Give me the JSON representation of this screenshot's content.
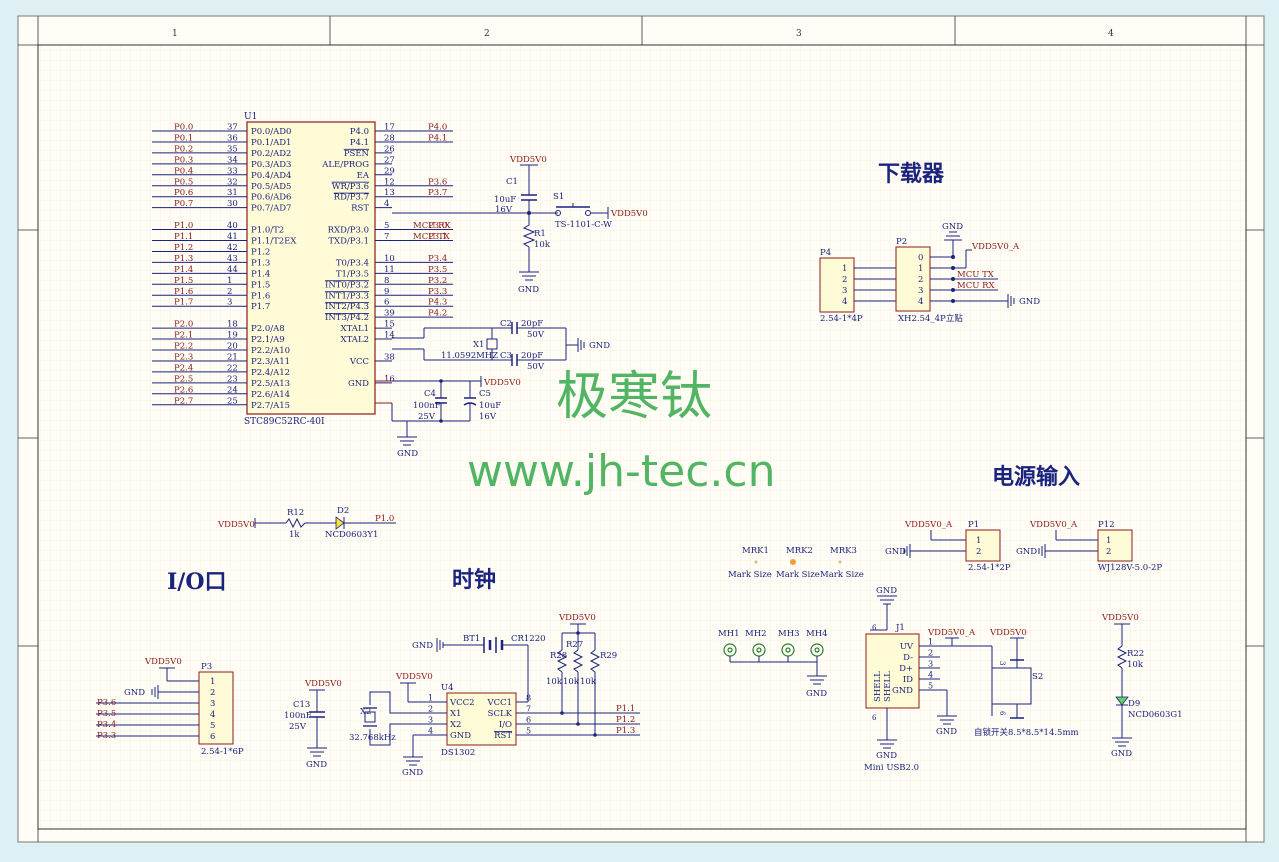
{
  "border": {
    "cols": [
      "1",
      "2",
      "3",
      "4"
    ]
  },
  "sections": {
    "downloader": "下载器",
    "power_input": "电源输入",
    "io_port": "I/O口",
    "clock": "时钟"
  },
  "watermark": {
    "cn": "极寒钛",
    "url": "www.jh-tec.cn"
  },
  "mcu": {
    "ref": "U1",
    "part": "STC89C52RC-40I",
    "left_pins": [
      {
        "net": "P0.0",
        "num": "37",
        "name": "P0.0/AD0"
      },
      {
        "net": "P0.1",
        "num": "36",
        "name": "P0.1/AD1"
      },
      {
        "net": "P0.2",
        "num": "35",
        "name": "P0.2/AD2"
      },
      {
        "net": "P0.3",
        "num": "34",
        "name": "P0.3/AD3"
      },
      {
        "net": "P0.4",
        "num": "33",
        "name": "P0.4/AD4"
      },
      {
        "net": "P0.5",
        "num": "32",
        "name": "P0.5/AD5"
      },
      {
        "net": "P0.6",
        "num": "31",
        "name": "P0.6/AD6"
      },
      {
        "net": "P0.7",
        "num": "30",
        "name": "P0.7/AD7"
      },
      {
        "net": "",
        "num": "",
        "name": ""
      },
      {
        "net": "P1.0",
        "num": "40",
        "name": "P1.0/T2"
      },
      {
        "net": "P1.1",
        "num": "41",
        "name": "P1.1/T2EX"
      },
      {
        "net": "P1.2",
        "num": "42",
        "name": "P1.2"
      },
      {
        "net": "P1.3",
        "num": "43",
        "name": "P1.3"
      },
      {
        "net": "P1.4",
        "num": "44",
        "name": "P1.4"
      },
      {
        "net": "P1.5",
        "num": "1",
        "name": "P1.5"
      },
      {
        "net": "P1.6",
        "num": "2",
        "name": "P1.6"
      },
      {
        "net": "P1.7",
        "num": "3",
        "name": "P1.7"
      },
      {
        "net": "",
        "num": "",
        "name": ""
      },
      {
        "net": "P2.0",
        "num": "18",
        "name": "P2.0/A8"
      },
      {
        "net": "P2.1",
        "num": "19",
        "name": "P2.1/A9"
      },
      {
        "net": "P2.2",
        "num": "20",
        "name": "P2.2/A10"
      },
      {
        "net": "P2.3",
        "num": "21",
        "name": "P2.3/A11"
      },
      {
        "net": "P2.4",
        "num": "22",
        "name": "P2.4/A12"
      },
      {
        "net": "P2.5",
        "num": "23",
        "name": "P2.5/A13"
      },
      {
        "net": "P2.6",
        "num": "24",
        "name": "P2.6/A14"
      },
      {
        "net": "P2.7",
        "num": "25",
        "name": "P2.7/A15"
      }
    ],
    "right_pins": [
      {
        "name": "P4.0",
        "num": "17",
        "net": "P4.0"
      },
      {
        "name": "P4.1",
        "num": "28",
        "net": "P4.1"
      },
      {
        "name": "PSEN",
        "num": "26",
        "net": ""
      },
      {
        "name": "ALE/PROG",
        "num": "27",
        "net": ""
      },
      {
        "name": "EA",
        "num": "29",
        "net": ""
      },
      {
        "name": "WR/P3.6",
        "num": "12",
        "net": "P3.6"
      },
      {
        "name": "RD/P3.7",
        "num": "13",
        "net": "P3.7"
      },
      {
        "name": "RST",
        "num": "4",
        "net": ""
      },
      {
        "name": "",
        "num": "",
        "net": ""
      },
      {
        "name": "RXD/P3.0",
        "num": "5",
        "net": "P3.0"
      },
      {
        "name": "TXD/P3.1",
        "num": "7",
        "net": "P3.1"
      },
      {
        "name": "",
        "num": "",
        "net": ""
      },
      {
        "name": "T0/P3.4",
        "num": "10",
        "net": "P3.4"
      },
      {
        "name": "T1/P3.5",
        "num": "11",
        "net": "P3.5"
      },
      {
        "name": "INT0/P3.2",
        "num": "8",
        "net": "P3.2"
      },
      {
        "name": "INT1/P3.3",
        "num": "9",
        "net": "P3.3"
      },
      {
        "name": "INT2/P4.3",
        "num": "6",
        "net": "P4.3"
      },
      {
        "name": "INT3/P4.2",
        "num": "39",
        "net": "P4.2"
      },
      {
        "name": "XTAL1",
        "num": "15",
        "net": ""
      },
      {
        "name": "XTAL2",
        "num": "14",
        "net": ""
      },
      {
        "name": "",
        "num": "",
        "net": ""
      },
      {
        "name": "VCC",
        "num": "38",
        "net": ""
      },
      {
        "name": "",
        "num": "",
        "net": ""
      },
      {
        "name": "GND",
        "num": "16",
        "net": ""
      }
    ],
    "mcu_rx": "MCU RX",
    "mcu_tx": "MCU TX"
  },
  "reset": {
    "vdd": "VDD5V0",
    "c1": "C1",
    "c1_val": "10uF",
    "c1_v": "16V",
    "s1": "S1",
    "s1_part": "TS-1101-C-W",
    "vdd2": "VDD5V0",
    "r1": "R1",
    "r1_val": "10k",
    "gnd": "GND"
  },
  "crystal": {
    "c2": "C2",
    "c2_val": "20pF",
    "c2_v": "50V",
    "x1": "X1",
    "x1_val": "11.0592MHZ",
    "c3": "C3",
    "c3_val": "20pF",
    "c3_v": "50V",
    "gnd": "GND"
  },
  "decoupling": {
    "vdd": "VDD5V0",
    "c4": "C4",
    "c4_val": "100nF",
    "c4_v": "25V",
    "c5": "C5",
    "c5_val": "10uF",
    "c5_v": "16V",
    "gnd": "GND"
  },
  "p4": {
    "ref": "P4",
    "pins": [
      "1",
      "2",
      "3",
      "4"
    ],
    "part": "2.54-1*4P"
  },
  "p2": {
    "ref": "P2",
    "pins": [
      "0",
      "1",
      "2",
      "3",
      "4"
    ],
    "part": "XH2.54_4P立贴",
    "gnd_top": "GND",
    "vdd": "VDD5V0_A",
    "mcu_tx": "MCU TX",
    "mcu_rx": "MCU RX",
    "gnd_right": "GND"
  },
  "led_d2": {
    "vdd": "VDD5V0",
    "r12": "R12",
    "r12_val": "1k",
    "d2": "D2",
    "d2_part": "NCD0603Y1",
    "net": "P1.0"
  },
  "power_p1": {
    "vdd": "VDD5V0_A",
    "ref": "P1",
    "pins": [
      "1",
      "2"
    ],
    "part": "2.54-1*2P",
    "gnd": "GND"
  },
  "power_p12": {
    "vdd": "VDD5V0_A",
    "ref": "P12",
    "pins": [
      "1",
      "2"
    ],
    "part": "WJ128V-5.0-2P",
    "gnd": "GND"
  },
  "marks": [
    {
      "ref": "MRK1",
      "label": "Mark Size"
    },
    {
      "ref": "MRK2",
      "label": "Mark Size"
    },
    {
      "ref": "MRK3",
      "label": "Mark Size"
    }
  ],
  "holes": {
    "refs": [
      "MH1",
      "MH2",
      "MH3",
      "MH4"
    ],
    "gnd": "GND"
  },
  "usb": {
    "ref": "J1",
    "part": "Mini USB2.0",
    "gnd_top": "GND",
    "gnd_bottom": "GND",
    "gnd_right": "GND",
    "pins": [
      {
        "num": "1",
        "name": "UV"
      },
      {
        "num": "2",
        "name": "D-"
      },
      {
        "num": "3",
        "name": "D+"
      },
      {
        "num": "4",
        "name": "ID"
      },
      {
        "num": "5",
        "name": "GND"
      }
    ],
    "shell": "SHELL",
    "shell_num": "6",
    "vdd_a": "VDD5V0_A",
    "vdd": "VDD5V0"
  },
  "switch_s2": {
    "ref": "S2",
    "part": "自锁开关8.5*8.5*14.5mm",
    "pin_a": "3",
    "pin_b": "6"
  },
  "led_d9": {
    "vdd": "VDD5V0",
    "r22": "R22",
    "r22_val": "10k",
    "d9": "D9",
    "d9_part": "NCD0603G1",
    "gnd": "GND"
  },
  "io_p3": {
    "vdd": "VDD5V0",
    "gnd": "GND",
    "ref": "P3",
    "part": "2.54-1*6P",
    "pins": [
      "1",
      "2",
      "3",
      "4",
      "5",
      "6"
    ],
    "nets": [
      "",
      "",
      "P3.6",
      "P3.5",
      "P3.4",
      "P3.3"
    ]
  },
  "c13": {
    "vdd": "VDD5V0",
    "ref": "C13",
    "val": "100nF",
    "v": "25V",
    "gnd": "GND"
  },
  "rtc": {
    "gnd_bt": "GND",
    "bt1": "BT1",
    "bt1_part": "CR1220",
    "vdd_top": "VDD5V0",
    "r28": "R28",
    "r27": "R27",
    "r29": "R29",
    "r_val": "10k",
    "vdd_left": "VDD5V0",
    "ref": "U4",
    "part": "DS1302",
    "left_pins": [
      {
        "num": "1",
        "name": "VCC2"
      },
      {
        "num": "2",
        "name": "X1"
      },
      {
        "num": "3",
        "name": "X2"
      },
      {
        "num": "4",
        "name": "GND"
      }
    ],
    "right_pins": [
      {
        "num": "8",
        "name": "VCC1"
      },
      {
        "num": "7",
        "name": "SCLK"
      },
      {
        "num": "6",
        "name": "I/O"
      },
      {
        "num": "5",
        "name": "RST"
      }
    ],
    "nets": [
      "P1.1",
      "P1.2",
      "P1.3"
    ],
    "x2": "X2",
    "x2_val": "32.768kHz",
    "gnd": "GND"
  }
}
